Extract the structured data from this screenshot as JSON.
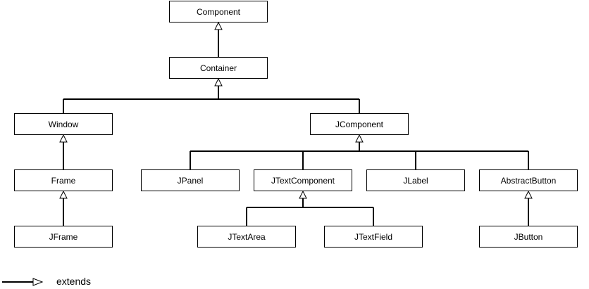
{
  "diagram": {
    "nodes": {
      "component": "Component",
      "container": "Container",
      "window": "Window",
      "jcomponent": "JComponent",
      "frame": "Frame",
      "jpanel": "JPanel",
      "jtextcomponent": "JTextComponent",
      "jlabel": "JLabel",
      "abstractbutton": "AbstractButton",
      "jframe": "JFrame",
      "jtextarea": "JTextArea",
      "jtextfield": "JTextField",
      "jbutton": "JButton"
    },
    "edges": [
      {
        "from": "container",
        "to": "component"
      },
      {
        "from": "window",
        "to": "container"
      },
      {
        "from": "jcomponent",
        "to": "container"
      },
      {
        "from": "frame",
        "to": "window"
      },
      {
        "from": "jframe",
        "to": "frame"
      },
      {
        "from": "jpanel",
        "to": "jcomponent"
      },
      {
        "from": "jtextcomponent",
        "to": "jcomponent"
      },
      {
        "from": "jlabel",
        "to": "jcomponent"
      },
      {
        "from": "abstractbutton",
        "to": "jcomponent"
      },
      {
        "from": "jtextarea",
        "to": "jtextcomponent"
      },
      {
        "from": "jtextfield",
        "to": "jtextcomponent"
      },
      {
        "from": "jbutton",
        "to": "abstractbutton"
      }
    ],
    "legend": {
      "label": "extends"
    }
  }
}
